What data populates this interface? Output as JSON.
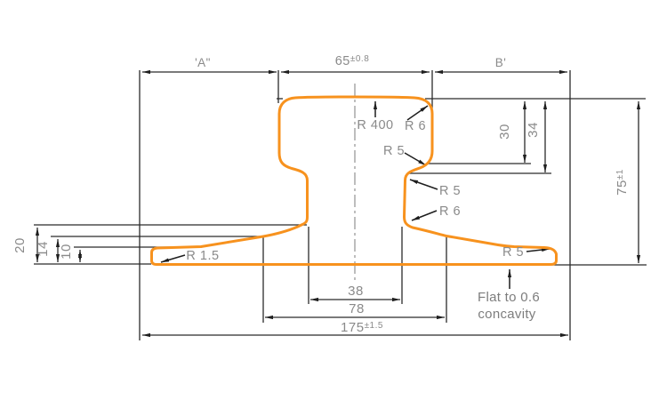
{
  "zones": {
    "a": "'A\"",
    "b": "B'"
  },
  "dims": {
    "head_width": {
      "value": "65",
      "tol": "±0.8"
    },
    "height": {
      "value": "75",
      "tol": "±1"
    },
    "head_depth_upper": "30",
    "head_depth_lower": "34",
    "foot_rise": "20",
    "foot_mid_height": "14",
    "foot_edge_height": "10",
    "web_width": "38",
    "foot_slope_width": "78",
    "overall_width": {
      "value": "175",
      "tol": "±1.5"
    }
  },
  "radii": {
    "crown": "R 400",
    "head_top_corner": "R 6",
    "head_side_fillet": "R 5",
    "web_top_fillet": "R 5",
    "web_bottom_fillet": "R 6",
    "foot_edge_left": "R 1.5",
    "foot_edge_right": "R 5"
  },
  "notes": {
    "foot_flatness_line1": "Flat to 0.6",
    "foot_flatness_line2": "concavity"
  },
  "colors": {
    "profile": "#F7921E",
    "dimension_lines": "#2B2B2B",
    "text": "#8A8A8A"
  }
}
